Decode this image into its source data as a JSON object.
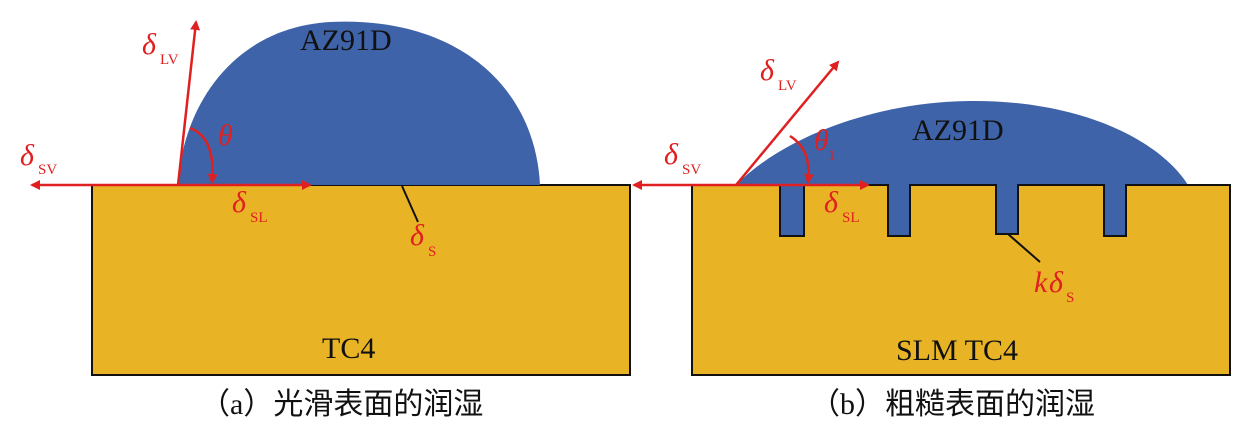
{
  "colors": {
    "substrate": "#e8b425",
    "droplet": "#3f63a8",
    "vector": "#e02020",
    "outline": "#111111",
    "text": "#111111"
  },
  "panel_a": {
    "substrate_label": "TC4",
    "droplet_label": "AZ91D",
    "lv_symbol": "δ",
    "lv_sub": "LV",
    "sv_symbol": "δ",
    "sv_sub": "SV",
    "sl_symbol": "δ",
    "sl_sub": "SL",
    "s_symbol": "δ",
    "s_sub": "S",
    "angle_symbol": "θ",
    "caption": "（a）光滑表面的润湿"
  },
  "panel_b": {
    "substrate_label": "SLM TC4",
    "droplet_label": "AZ91D",
    "lv_symbol": "δ",
    "lv_sub": "LV",
    "sv_symbol": "δ",
    "sv_sub": "SV",
    "sl_symbol": "δ",
    "sl_sub": "SL",
    "ks_prefix": "k",
    "ks_symbol": "δ",
    "ks_sub": "S",
    "angle_symbol": "θ",
    "angle_sub": "1",
    "caption": "（b）粗糙表面的润湿"
  }
}
